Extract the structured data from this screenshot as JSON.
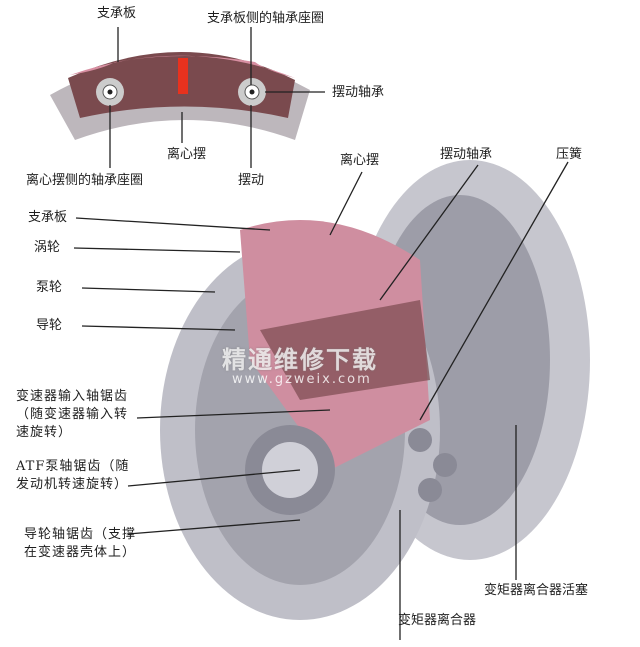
{
  "inset_labels": {
    "support_plate": "支承板",
    "support_side_bearing_seat": "支承板侧的轴承座圈",
    "pendulum_bearing": "摆动轴承",
    "centrifugal_pendulum": "离心摆",
    "pendulum_side_bearing_seat": "离心摆侧的轴承座圈",
    "swing": "摆动"
  },
  "main_labels": {
    "centrifugal_pendulum": "离心摆",
    "pendulum_bearing": "摆动轴承",
    "pressure_spring": "压簧",
    "support_plate": "支承板",
    "turbine": "涡轮",
    "pump_wheel": "泵轮",
    "stator": "导轮",
    "input_shaft_spline": "变速器输入轴锯齿（随变速器输入转速旋转）",
    "atf_pump_spline": "ATF泵轴锯齿（随发动机转速旋转）",
    "stator_spline": "导轮轴锯齿（支撑在变速器壳体上）",
    "clutch_piston": "变矩器离合器活塞",
    "clutch": "变矩器离合器"
  },
  "watermark": {
    "text": "精通维修下载",
    "url": "www.gzweix.com"
  },
  "colors": {
    "pink": "#c98a9a",
    "maroon": "#7a4a4e",
    "silver": "#b9b9c2",
    "red": "#e8321e"
  }
}
